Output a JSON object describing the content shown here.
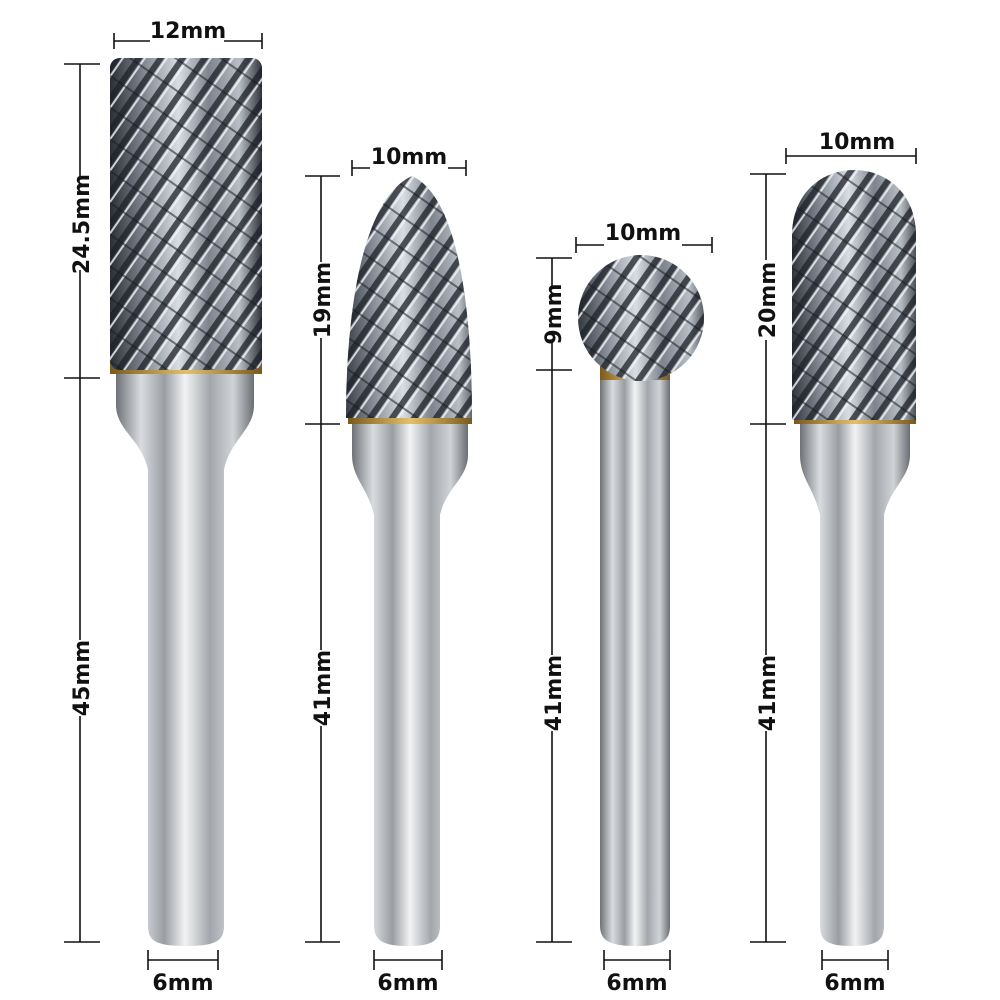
{
  "colors": {
    "background": "#ffffff",
    "dimension_lines": "#111111",
    "carbide_dark": "#2a2e36",
    "carbide_light": "#c9ced6",
    "shank_mid": "#a9adb2",
    "braze_gold": "#c9a24a"
  },
  "burrs": [
    {
      "shape": "cylinder",
      "head_width": "12mm",
      "head_length": "24.5mm",
      "shank_length": "45mm",
      "shank_diameter": "6mm"
    },
    {
      "shape": "tree-pointed",
      "head_width": "10mm",
      "head_length": "19mm",
      "shank_length": "41mm",
      "shank_diameter": "6mm"
    },
    {
      "shape": "ball",
      "head_width": "10mm",
      "head_length": "9mm",
      "shank_length": "41mm",
      "shank_diameter": "6mm"
    },
    {
      "shape": "cylinder-ball-nose",
      "head_width": "10mm",
      "head_length": "20mm",
      "shank_length": "41mm",
      "shank_diameter": "6mm"
    }
  ]
}
